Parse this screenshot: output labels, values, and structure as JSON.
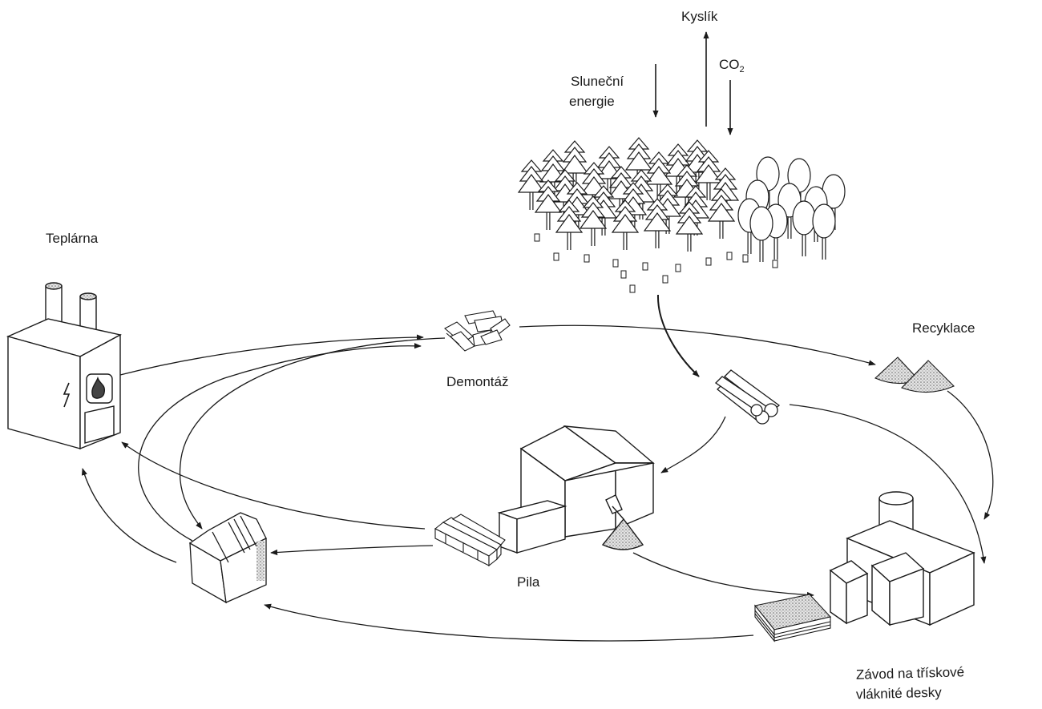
{
  "labels": {
    "teplarna": "Teplárna",
    "kyslik": "Kyslík",
    "co2_main": "CO",
    "co2_sub": "2",
    "slunecni": "Sluneční",
    "energie": "energie",
    "demontaz": "Demontáž",
    "recyklace": "Recyklace",
    "pila": "Pila",
    "zavod_line1": "Závod na třískové",
    "zavod_line2": "vláknité desky"
  },
  "colors": {
    "line": "#1a1a1a",
    "stipple_fill": "#bdbdbd",
    "background": "#ffffff"
  }
}
